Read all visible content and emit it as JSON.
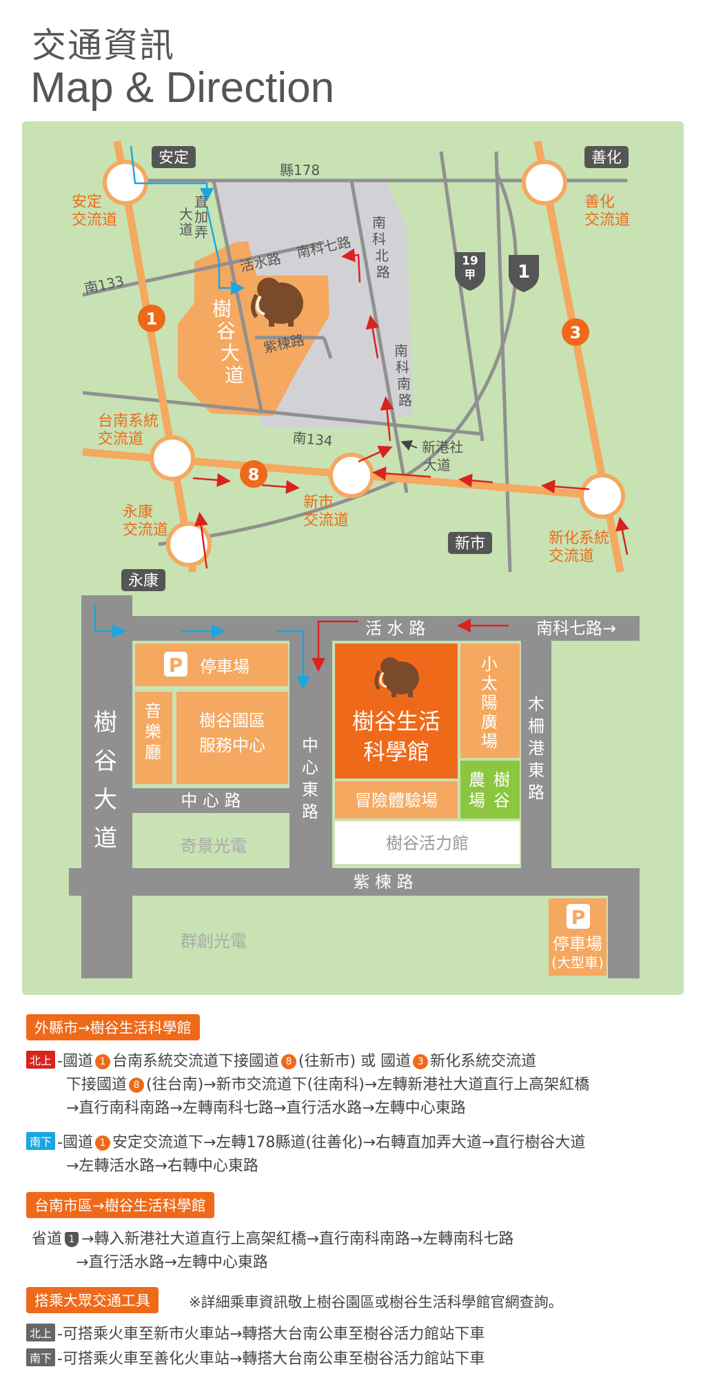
{
  "header": {
    "title_zh": "交通資訊",
    "title_en": "Map & Direction"
  },
  "map": {
    "places": {
      "anding": "安定",
      "shanhua": "善化",
      "xinshi": "新市",
      "yongkang": "永康",
      "anding_ic_1": "安定",
      "anding_ic_2": "交流道",
      "shanhua_ic_1": "善化",
      "shanhua_ic_2": "交流道",
      "tainan_sys_1": "台南系統",
      "tainan_sys_2": "交流道",
      "xinshi_ic_1": "新市",
      "xinshi_ic_2": "交流道",
      "yongkang_ic_1": "永康",
      "yongkang_ic_2": "交流道",
      "xinhua_sys_1": "新化系統",
      "xinhua_sys_2": "交流道"
    },
    "roads": {
      "county178": "縣178",
      "nan133": "南133",
      "nan134": "南134",
      "zhijianong_1": "直",
      "zhijianong_2": "加",
      "zhijianong_3": "弄",
      "zhijianong_4": "大",
      "zhijianong_5": "道",
      "huoshui": "活水路",
      "nanke7": "南科七路",
      "nankebei_1": "南",
      "nankebei_2": "科",
      "nankebei_3": "北",
      "nankebei_4": "路",
      "shugu_1": "樹",
      "shugu_2": "谷",
      "shugu_3": "大",
      "shugu_4": "道",
      "zidong": "紫楝路",
      "nankenan_1": "南",
      "nankenan_2": "科",
      "nankenan_3": "南",
      "nankenan_4": "路",
      "xingangshe_1": "新港社",
      "xingangshe_2": "大道"
    },
    "shields": {
      "hwy19a_1": "19",
      "hwy19a_2": "甲",
      "hwy1": "1",
      "nat1": "1",
      "nat3": "3",
      "nat8": "8"
    }
  },
  "detail": {
    "huoshui": "活 水 路",
    "nanke7": "南科七路→",
    "parking1": "停車場",
    "p_icon": "P",
    "music_1": "音",
    "music_2": "樂",
    "music_3": "廳",
    "service_1": "樹谷園區",
    "service_2": "服務中心",
    "museum_1": "樹谷生活",
    "museum_2": "科學館",
    "plaza_1": "小",
    "plaza_2": "太",
    "plaza_3": "陽",
    "plaza_4": "廣",
    "plaza_5": "場",
    "adventure": "冒險體驗場",
    "farm_1": "農",
    "farm_2": "場",
    "farm_3": "樹",
    "farm_4": "谷",
    "mushan_1": "木",
    "mushan_2": "柵",
    "mushan_3": "港",
    "mushan_4": "東",
    "mushan_5": "路",
    "zhongxindong_1": "中",
    "zhongxindong_2": "心",
    "zhongxindong_3": "東",
    "zhongxindong_4": "路",
    "shugu_1": "樹",
    "shugu_2": "谷",
    "shugu_3": "大",
    "shugu_4": "道",
    "zhongxin": "中 心 路",
    "qijing": "奇景光電",
    "vitality": "樹谷活力館",
    "zidong": "紫 楝 路",
    "qunchuang": "群創光電",
    "parking2_1": "停車場",
    "parking2_2": "(大型車)"
  },
  "directions": {
    "sec1": "外縣市→樹谷生活科學館",
    "north": "北上",
    "south": "南下",
    "n1a": "-國道",
    "n1b": "1",
    "n1c": "台南系統交流道下接國道",
    "n1d": "8",
    "n1e": "(往新市) 或 國道",
    "n1f": "3",
    "n1g": "新化系統交流道",
    "n2a": "下接國道",
    "n2b": "8",
    "n2c": "(往台南)→新市交流道下(往南科)→左轉新港社大道直行上高架紅橋",
    "n3": "→直行南科南路→左轉南科七路→直行活水路→左轉中心東路",
    "s1a": "-國道",
    "s1b": "1",
    "s1c": "安定交流道下→左轉178縣道(往善化)→右轉直加弄大道→直行樹谷大道",
    "s2": "→左轉活水路→右轉中心東路",
    "sec2": "台南市區→樹谷生活科學館",
    "c1a": "省道",
    "c1b": "1",
    "c1c": "→轉入新港社大道直行上高架紅橋→直行南科南路→左轉南科七路",
    "c2": "→直行活水路→左轉中心東路",
    "sec3": "搭乘大眾交通工具",
    "sec3_note": "※詳細乘車資訊敬上樹谷園區或樹谷生活科學館官網查詢。",
    "t_north": "北上",
    "t1": "-可搭乘火車至新市火車站→轉搭大台南公車至樹谷活力館站下車",
    "t_south": "南下",
    "t2": "-可搭乘火車至善化火車站→轉搭大台南公車至樹谷活力館站下車"
  },
  "colors": {
    "bg_green": "#c8e2b3",
    "road_orange": "#f5a860",
    "accent": "#ee6a1a",
    "gray_road": "#909090",
    "arrow_red": "#d8231f",
    "arrow_blue": "#1aa6e0",
    "lime": "#8cc63f"
  }
}
